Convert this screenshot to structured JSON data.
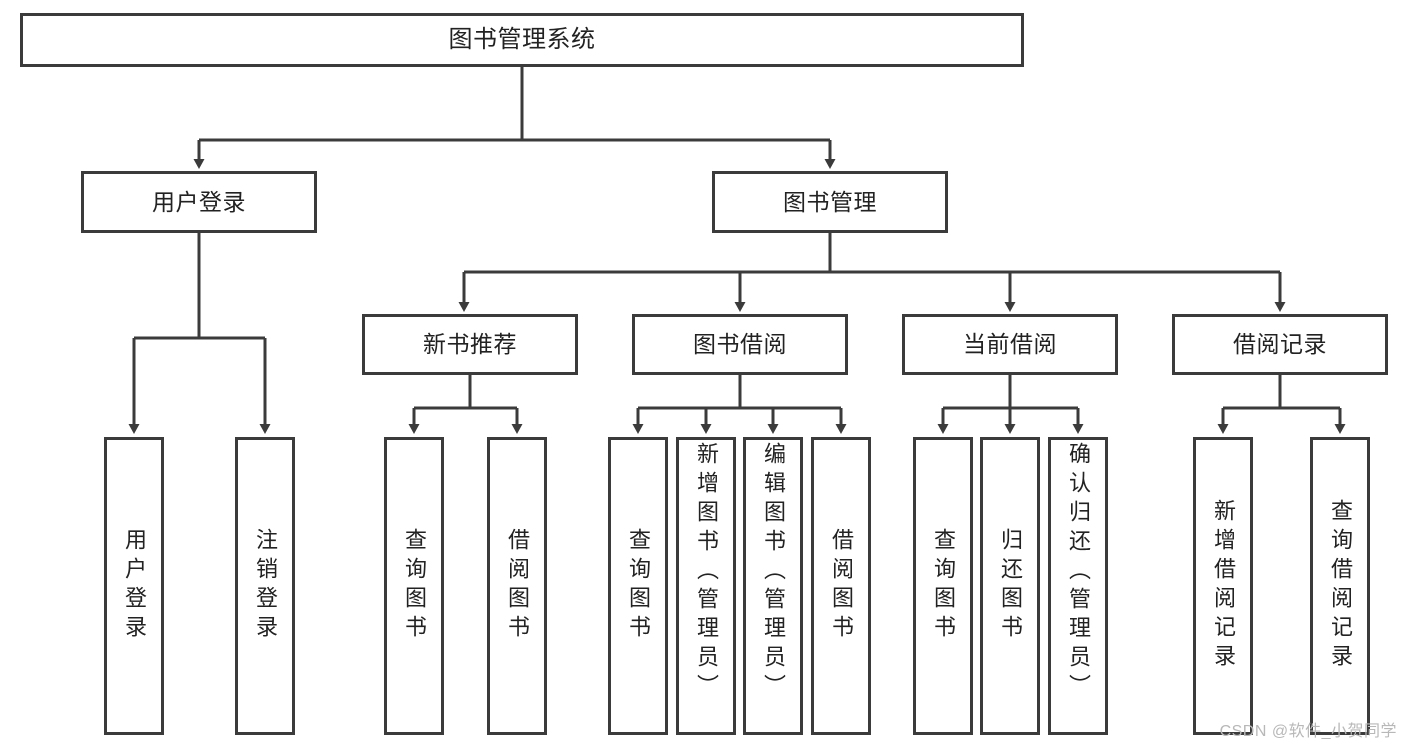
{
  "diagram": {
    "title": "图书管理系统",
    "type": "tree",
    "root": {
      "label": "图书管理系统"
    },
    "level2": [
      {
        "label": "用户登录"
      },
      {
        "label": "图书管理"
      }
    ],
    "level3": [
      {
        "label": "新书推荐"
      },
      {
        "label": "图书借阅"
      },
      {
        "label": "当前借阅"
      },
      {
        "label": "借阅记录"
      }
    ],
    "leaves": {
      "user_login": [
        {
          "label": "用户登录"
        },
        {
          "label": "注销登录"
        }
      ],
      "new_book_recommend": [
        {
          "label": "查询图书"
        },
        {
          "label": "借阅图书"
        }
      ],
      "book_borrow": [
        {
          "label": "查询图书"
        },
        {
          "label": "新增图书（管理员）"
        },
        {
          "label": "编辑图书（管理员）"
        },
        {
          "label": "借阅图书"
        }
      ],
      "current_borrow": [
        {
          "label": "查询图书"
        },
        {
          "label": "归还图书"
        },
        {
          "label": "确认归还（管理员）"
        }
      ],
      "borrow_record": [
        {
          "label": "新增借阅记录"
        },
        {
          "label": "查询借阅记录"
        }
      ]
    }
  },
  "watermark": {
    "text": "CSDN @软件_小贺同学"
  },
  "colors": {
    "stroke": "#3b3b3b",
    "background": "#ffffff",
    "text": "#222222",
    "watermark": "#b8b8b8"
  }
}
